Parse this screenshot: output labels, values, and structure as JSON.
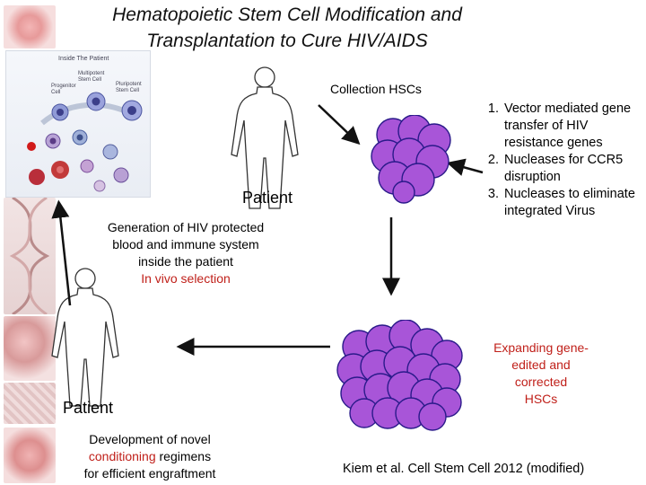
{
  "title": "Hematopoietic Stem Cell Modification and Transplantation to Cure HIV/AIDS",
  "inset": {
    "header": "Inside The Patient",
    "labels": {
      "multipotent": "Multipotent Stem Cell",
      "pluripotent": "Pluripotent Stem Cell",
      "progenitor": "Progenitor Cell"
    }
  },
  "collection_label": "Collection HSCs",
  "patient_top_label": "Patient",
  "patient_bottom_label": "Patient",
  "steps": [
    "Vector mediated gene transfer of HIV resistance genes",
    "Nucleases for CCR5 disruption",
    "Nucleases to eliminate integrated Virus"
  ],
  "generation": {
    "line1": "Generation of HIV protected",
    "line2": "blood and immune system",
    "line3": "inside the patient",
    "line4": "In vivo selection"
  },
  "expanding": {
    "line1": "Expanding gene-",
    "line2": "edited and",
    "line3": "corrected",
    "line4": "HSCs"
  },
  "development": {
    "line1": "Development of novel",
    "line2a": "conditioning",
    "line2b": " regimens",
    "line3": "for efficient engraftment"
  },
  "citation": "Kiem et al. Cell Stem Cell 2012 (modified)",
  "colors": {
    "cell_fill": "#a855d8",
    "cell_stroke": "#2a1a8a",
    "accent_red": "#c0201a"
  }
}
